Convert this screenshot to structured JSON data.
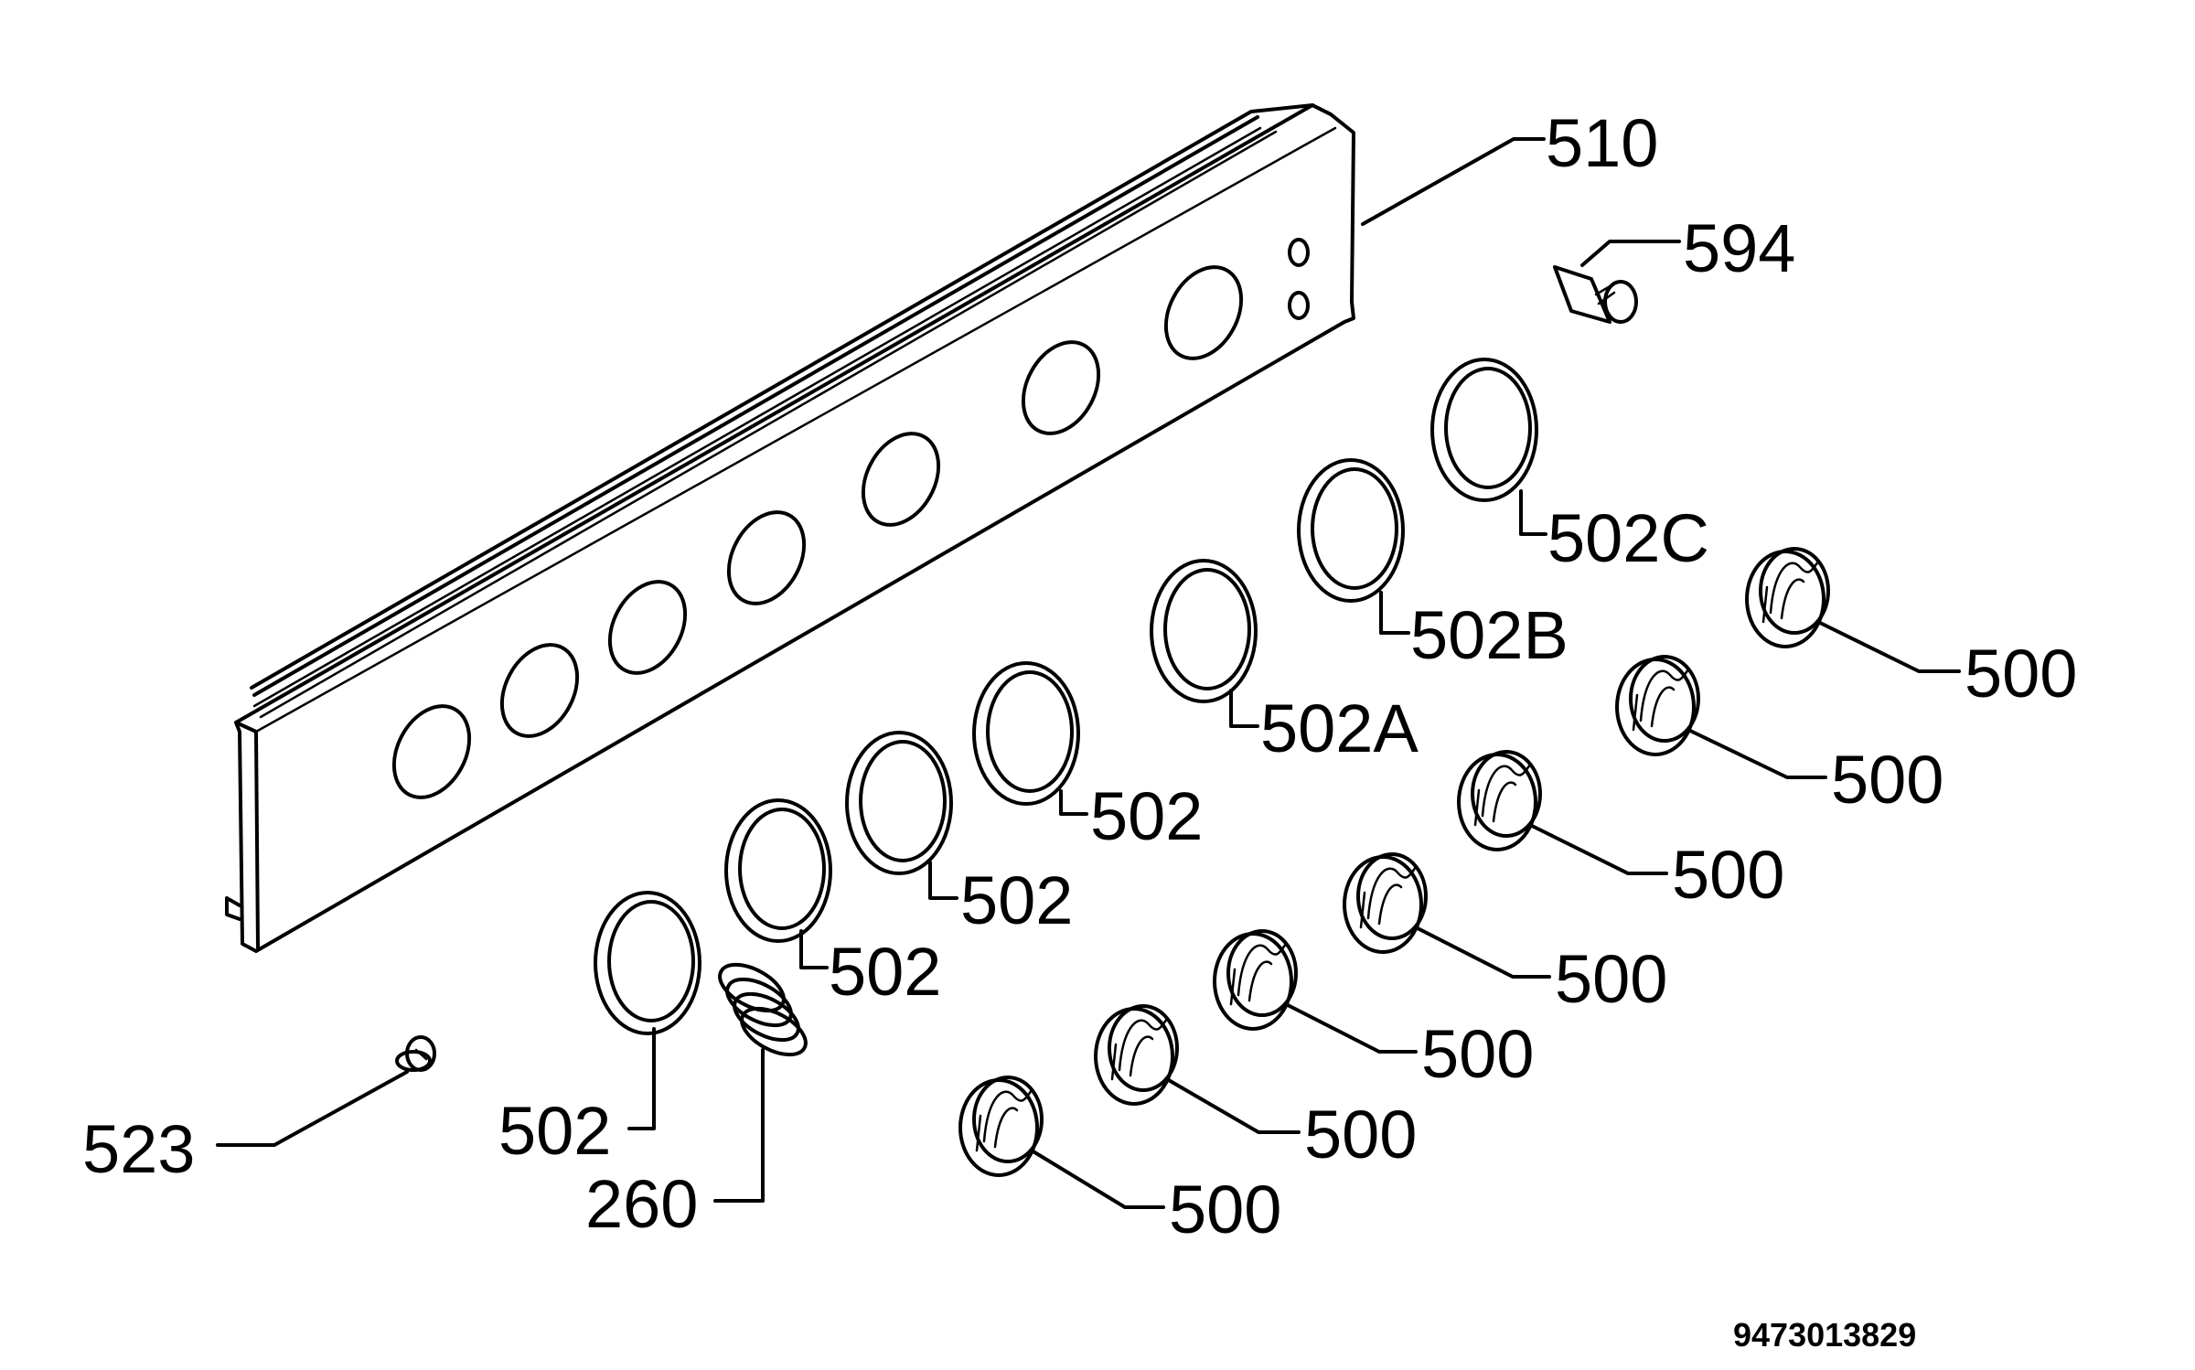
{
  "labels": {
    "panel": "510",
    "indicator": "594",
    "ring_c": "502C",
    "ring_b": "502B",
    "ring_a": "502A",
    "ring": "502",
    "knob": "500",
    "screw": "523",
    "spring": "260"
  },
  "drawing_number": "9473013829"
}
